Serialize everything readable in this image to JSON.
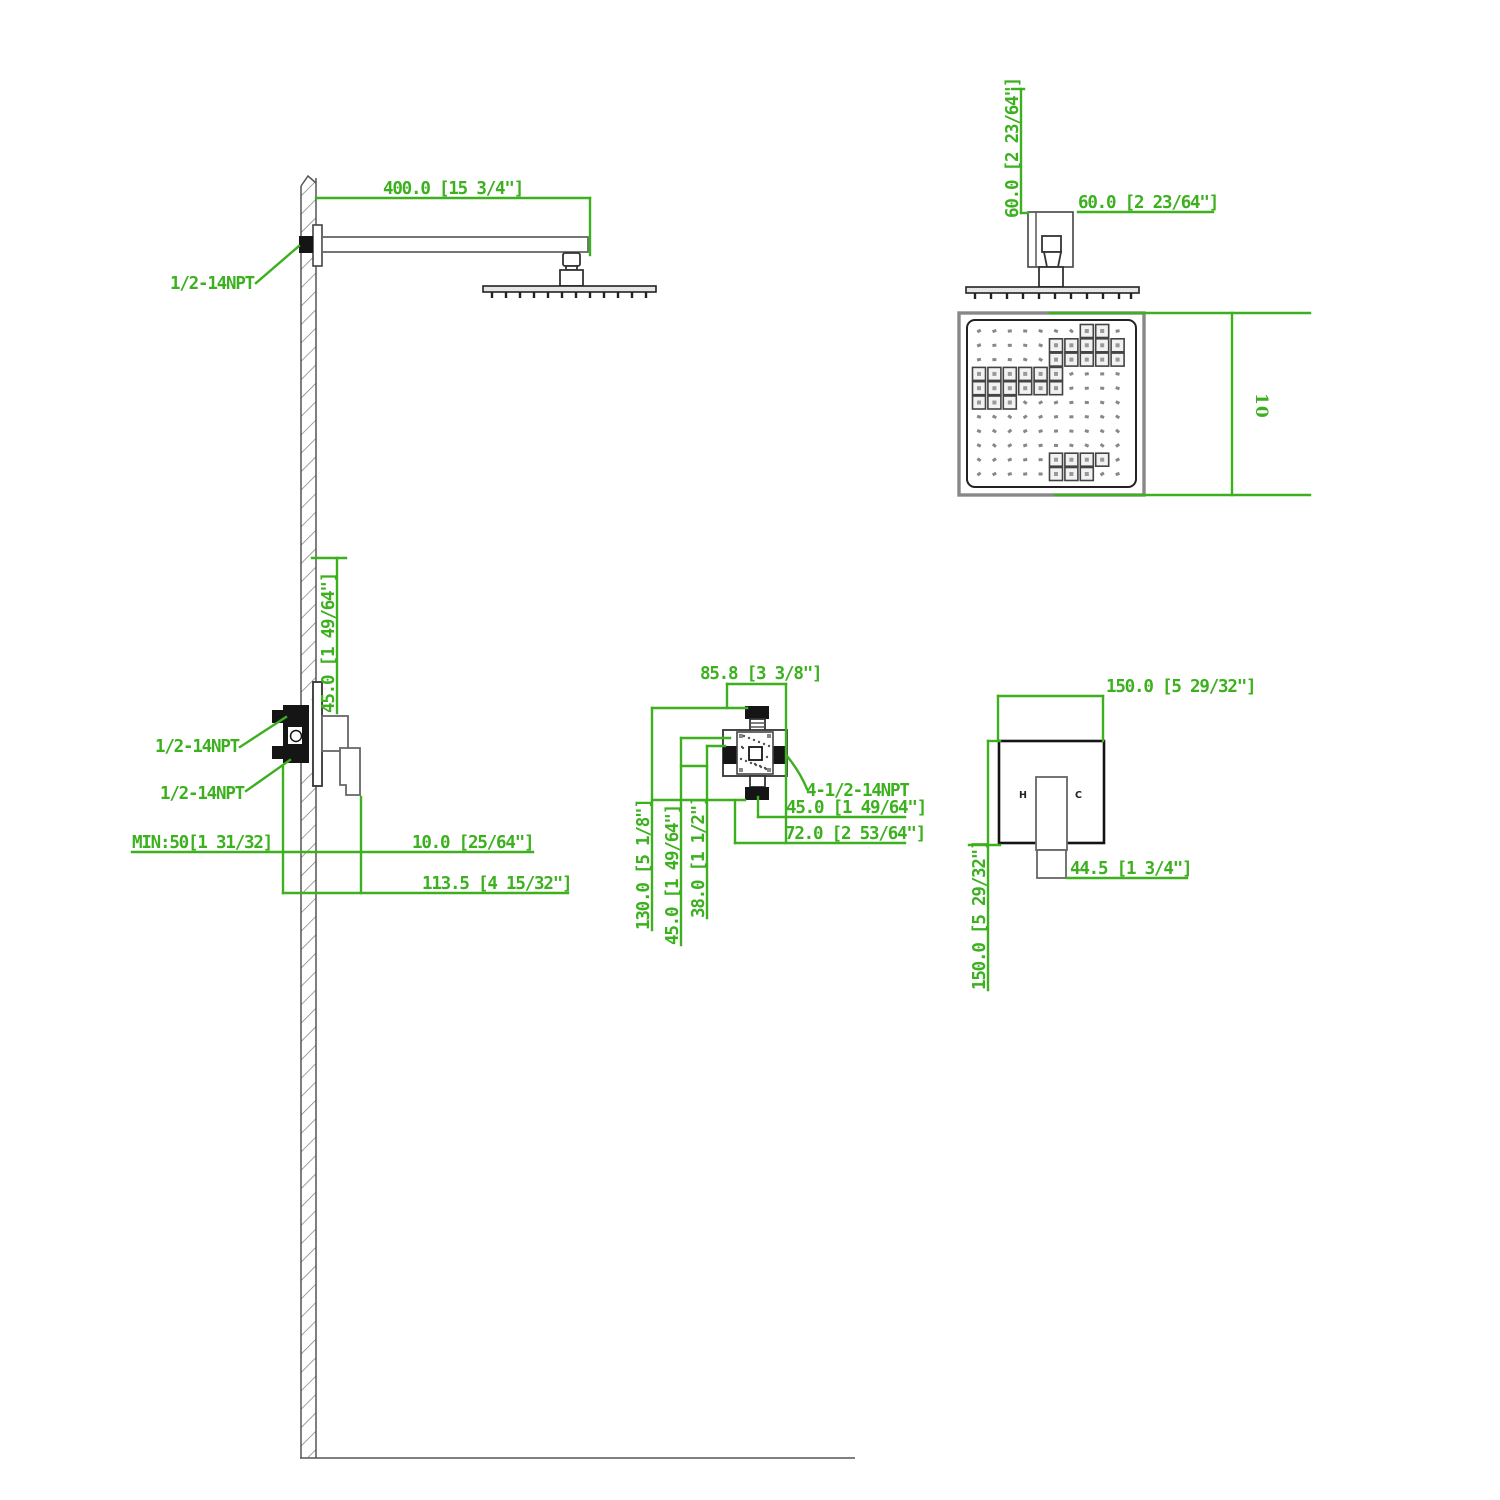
{
  "drawing": {
    "colors": {
      "dimension_green": "#3cb01f",
      "line_gray": "#555555",
      "fill_black": "#151515"
    },
    "left_view": {
      "dim_arm_length": "400.0 [15 3/4\"]",
      "npt_arm": "1/2-14NPT",
      "dim_valve_drop": "45.0 [1 49/64\"]",
      "npt_valve_top": "1/2-14NPT",
      "npt_valve_bottom": "1/2-14NPT",
      "dim_min_depth": "MIN:50[1 31/32]",
      "dim_trim_offset": "10.0 [25/64\"]",
      "dim_total_depth": "113.5 [4 15/32\"]"
    },
    "rough_valve_view": {
      "dim_width": "85.8 [3 3/8\"]",
      "label_ports": "4-1/2-14NPT",
      "dim_port_offset_right": "45.0 [1 49/64\"]",
      "dim_body_depth": "72.0 [2 53/64\"]",
      "dim_height": "130.0 [5 1/8\"]",
      "dim_center_offset_left": "45.0 [1 49/64\"]",
      "dim_port_depth": "38.0 [1 1/2\"]"
    },
    "head_side_view": {
      "dim_mount_height": "60.0 [2 23/64\"]",
      "dim_mount_width": "60.0 [2 23/64\"]"
    },
    "head_face_view": {
      "dim_size_label": "10",
      "nozzle_grid": {
        "cols": 10,
        "rows": 11,
        "boxed_cells_by_row": [
          [
            8,
            9
          ],
          [
            6,
            7,
            8,
            9,
            10
          ],
          [
            6,
            7,
            8,
            9,
            10
          ],
          [
            1,
            2,
            3,
            4,
            5,
            6
          ],
          [
            1,
            2,
            3,
            4,
            5,
            6
          ],
          [
            1,
            2,
            3
          ],
          [],
          [],
          [],
          [
            6,
            7,
            8,
            9
          ],
          [
            6,
            7,
            8
          ]
        ]
      }
    },
    "trim_view": {
      "dim_plate_width": "150.0 [5 29/32\"]",
      "dim_plate_height": "150.0 [5 29/32\"]",
      "dim_handle_width": "44.5 [1 3/4\"]",
      "hot_label": "H",
      "cold_label": "C"
    }
  }
}
